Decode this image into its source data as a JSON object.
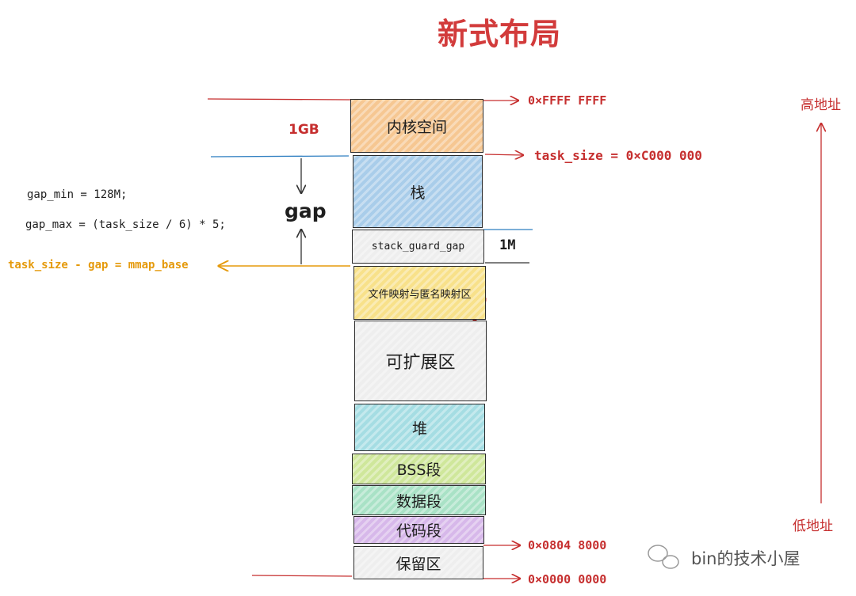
{
  "title": "新式布局",
  "segments": [
    {
      "id": "kernel",
      "label": "内核空间",
      "color": "#f6c792"
    },
    {
      "id": "stack",
      "label": "栈",
      "color": "#a9cdea"
    },
    {
      "id": "stack_guard_gap",
      "label": "stack_guard_gap",
      "color": "#eeeeee"
    },
    {
      "id": "mmap",
      "label": "文件映射与匿名映射区",
      "color": "#f8e18a"
    },
    {
      "id": "expand",
      "label": "可扩展区",
      "color": "#eeeeee"
    },
    {
      "id": "heap",
      "label": "堆",
      "color": "#a5dde3"
    },
    {
      "id": "bss",
      "label": "BSS段",
      "color": "#cfe79b"
    },
    {
      "id": "data",
      "label": "数据段",
      "color": "#a9e2c6"
    },
    {
      "id": "code",
      "label": "代码段",
      "color": "#d7b8ea"
    },
    {
      "id": "reserved",
      "label": "保留区",
      "color": "#eeeeee"
    }
  ],
  "labels": {
    "addr_top": "0×FFFF FFFF",
    "task_size": "task_size = 0×C000 000",
    "size_1gb": "1GB",
    "gap": "gap",
    "size_1m": "1M",
    "gap_min": "gap_min = 128M;",
    "gap_max": "gap_max = (task_size / 6) * 5;",
    "mmap_base": "task_size - gap = mmap_base",
    "addr_0804": "0×0804 8000",
    "addr_zero": "0×0000 0000",
    "high_addr": "高地址",
    "low_addr": "低地址",
    "watermark": "bin的技术小屋"
  },
  "colors": {
    "red": "#c62f2f",
    "blue": "#2f7fc1",
    "orange": "#e59a0c",
    "dark": "#2b2b2b"
  }
}
